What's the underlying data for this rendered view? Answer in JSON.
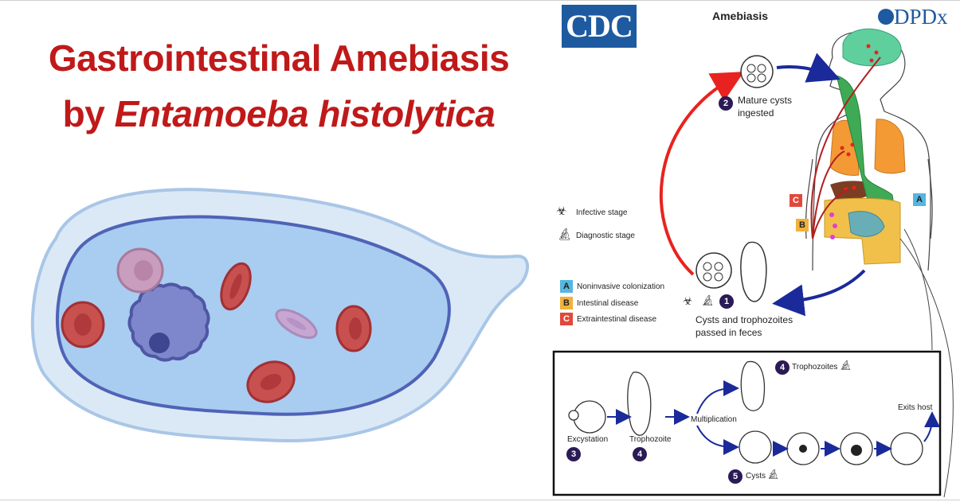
{
  "title": {
    "line1": "Gastrointestinal Amebiasis",
    "line2_prefix": "by ",
    "line2_italic": "Entamoeba histolytica"
  },
  "logos": {
    "cdc": "CDC",
    "dpdx": "DPDx"
  },
  "diagram": {
    "title": "Amebiasis",
    "legend_stages": {
      "infective": "Infective stage",
      "diagnostic": "Diagnostic stage"
    },
    "legend_disease": [
      {
        "key": "A",
        "label": "Noninvasive colonization",
        "color": "#55b6e0"
      },
      {
        "key": "B",
        "label": "Intestinal disease",
        "color": "#f2b13b"
      },
      {
        "key": "C",
        "label": "Extraintestinal disease",
        "color": "#e2483a"
      }
    ],
    "steps": {
      "s1_num": "1",
      "s1_label_line1": "Cysts and trophozoites",
      "s1_label_line2": "passed in feces",
      "s2_num": "2",
      "s2_label_line1": "Mature cysts",
      "s2_label_line2": "ingested"
    },
    "inset": {
      "excystation": "Excystation",
      "excystation_num": "3",
      "trophozoite": "Trophozoite",
      "trophozoite_num": "4",
      "multiplication": "Multiplication",
      "trophozoites": "Trophozoites",
      "trophozoites_num": "4",
      "cysts": "Cysts",
      "cysts_num": "5",
      "exits_host": "Exits host"
    },
    "body_markers": {
      "A": "A",
      "B": "B",
      "C": "C"
    },
    "colors": {
      "red_arrow": "#e8231f",
      "blue_arrow": "#1a2a9a",
      "title_red": "#c01919"
    }
  }
}
